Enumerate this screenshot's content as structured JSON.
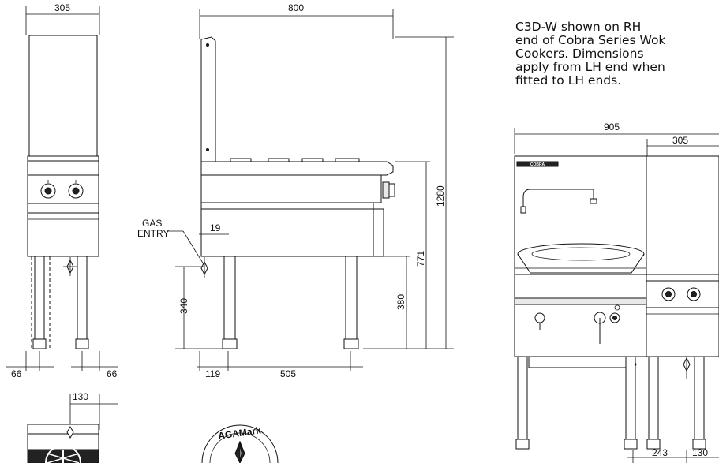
{
  "note": {
    "lines": [
      "C3D-W shown on RH",
      "end of Cobra Series Wok",
      "Cookers. Dimensions",
      "apply from LH end when",
      "fitted to LH ends."
    ]
  },
  "dimensions": {
    "front_width": "305",
    "side_depth": "800",
    "front_leg_left": "66",
    "front_leg_right": "66",
    "gas_entry_label_line1": "GAS",
    "gas_entry_label_line2": "ENTRY",
    "gas_entry_offset": "19",
    "gas_entry_height": "340",
    "side_leg_front": "119",
    "side_leg_span": "505",
    "total_height": "1280",
    "work_height": "771",
    "leg_height": "380",
    "plan_offset": "130",
    "assembly_width": "905",
    "assembly_unit_width": "305",
    "assembly_leg_a": "243",
    "assembly_leg_b": "130"
  },
  "brand": {
    "badge_text": "COBRA",
    "cert_text": "AGAMark"
  }
}
